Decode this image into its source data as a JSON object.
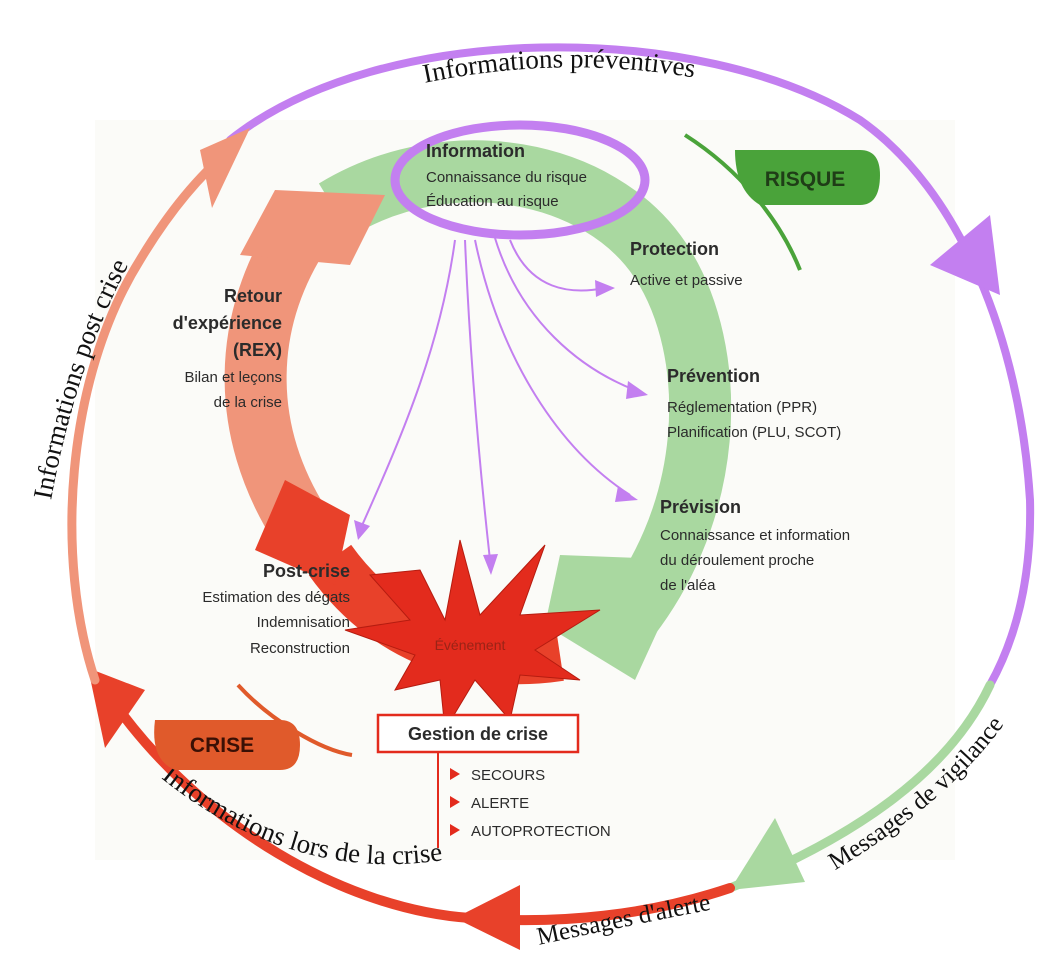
{
  "outer_cycle": {
    "top": "Informations préventives",
    "left": "Informations post crise",
    "bottom_left": "Informations lors de la crise",
    "bottom": "Messages d'alerte",
    "right": "Messages de vigilance"
  },
  "badges": {
    "risque": "RISQUE",
    "crise": "CRISE"
  },
  "information": {
    "title": "Information",
    "line1": "Connaissance du risque",
    "line2": "Éducation au risque"
  },
  "protection": {
    "title": "Protection",
    "line1": "Active et passive"
  },
  "prevention": {
    "title": "Prévention",
    "line1": "Réglementation (PPR)",
    "line2": "Planification (PLU, SCOT)"
  },
  "prevision": {
    "title": "Prévision",
    "line1": "Connaissance et information",
    "line2": "du déroulement proche",
    "line3": "de l'aléa"
  },
  "rex": {
    "title1": "Retour",
    "title2": "d'expérience",
    "title3": "(REX)",
    "line1": "Bilan et leçons",
    "line2": "de la crise"
  },
  "post_crise": {
    "title": "Post-crise",
    "line1": "Estimation des dégats",
    "line2": "Indemnisation",
    "line3": "Reconstruction"
  },
  "evenement": "Événement",
  "gestion": {
    "title": "Gestion de crise",
    "items": [
      "SECOURS",
      "ALERTE",
      "AUTOPROTECTION"
    ]
  },
  "colors": {
    "purple": "#c37ff0",
    "green_light": "#a9d8a0",
    "green_badge": "#4aa33a",
    "salmon": "#f0957a",
    "red": "#e8412a",
    "orange_red": "#e05a2b",
    "dark_text": "#2b2b2b"
  }
}
